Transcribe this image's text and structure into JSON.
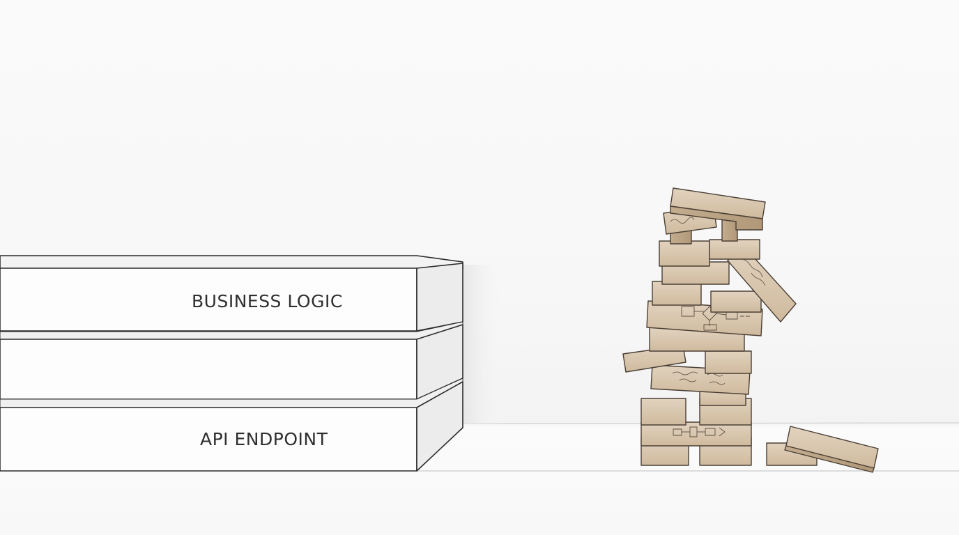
{
  "layers": [
    {
      "label": "BUSINESS LOGIC"
    },
    {
      "label": ""
    },
    {
      "label": "API ENDPOINT"
    }
  ],
  "colors": {
    "layer_face": "#fdfdfd",
    "layer_side": "#eeeeee",
    "layer_top": "#f4f4f4",
    "outline": "#2b2b2b",
    "wood_light": "#dccbb5",
    "wood_mid": "#cdb89c",
    "wood_dark": "#b8a183",
    "wood_outline": "#4a3f35"
  },
  "icons": [
    "wooden-block-tower",
    "fallen-wooden-block"
  ]
}
